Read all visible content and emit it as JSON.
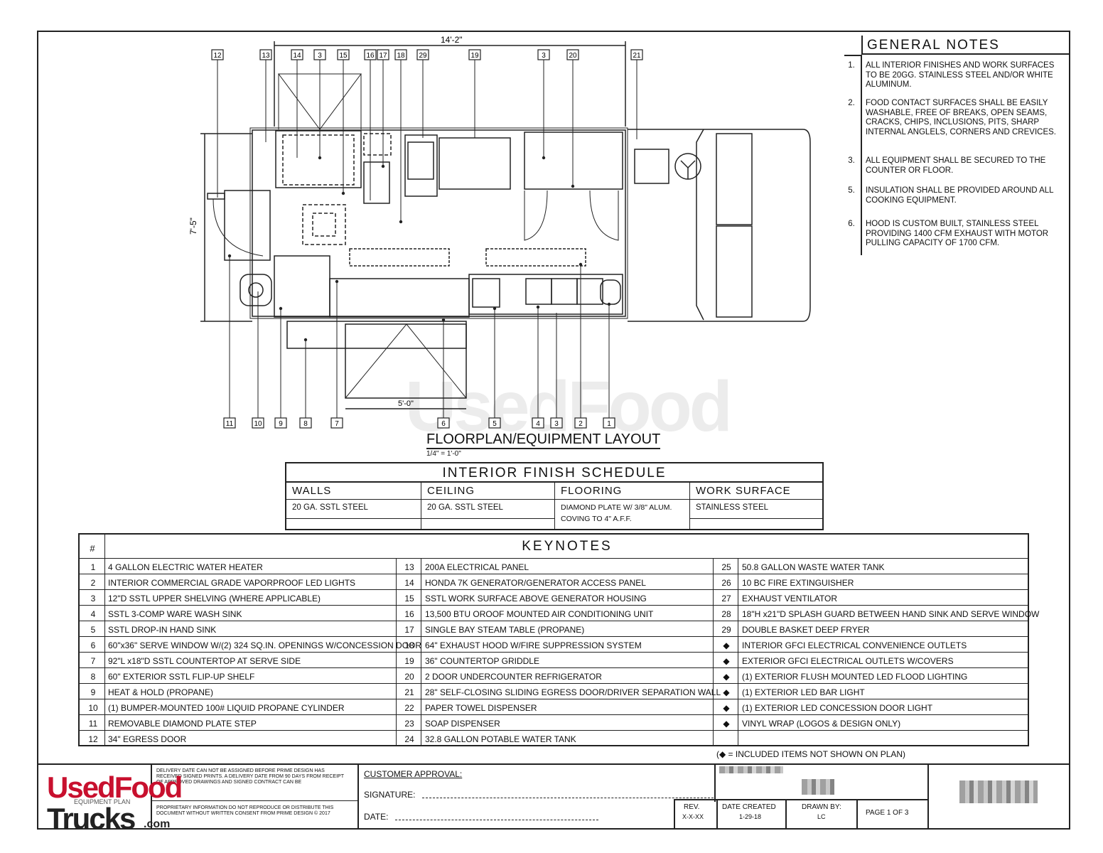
{
  "general_notes": {
    "title": "GENERAL NOTES",
    "items": [
      {
        "num": "1.",
        "text": "ALL INTERIOR FINISHES AND WORK SURFACES TO BE 20gg. STAINLESS STEEL AND/OR WHITE ALUMINUM."
      },
      {
        "num": "2.",
        "text": "FOOD CONTACT SURFACES SHALL BE EASILY WASHABLE, FREE OF BREAKS, OPEN SEAMS, CRACKS, CHIPS, INCLUSIONS, PITS, SHARP INTERNAL ANGLELS, CORNERS AND CREVICES."
      },
      {
        "num": "3.",
        "text": "ALL EQUIPMENT SHALL BE SECURED TO THE COUNTER OR FLOOR."
      },
      {
        "num": "5.",
        "text": "INSULATION SHALL BE PROVIDED AROUND ALL COOKING EQUIPMENT."
      },
      {
        "num": "6.",
        "text": "HOOD IS CUSTOM BUILT, STAINLESS STEEL PROVIDING 1400 CFM EXHAUST WITH MOTOR PULLING CAPACITY OF 1700 CFM."
      }
    ]
  },
  "plan": {
    "width_dim": "14'-2\"",
    "height_dim": "7'-5\"",
    "window_dim": "5'-0\"",
    "title": "FLOORPLAN/EQUIPMENT LAYOUT",
    "scale": "1/4\" = 1'-0\"",
    "top_tags": [
      "12",
      "13",
      "14",
      "3",
      "15",
      "16",
      "17",
      "18",
      "29",
      "19",
      "3",
      "20",
      "21"
    ],
    "bottom_tags": [
      "11",
      "10",
      "9",
      "8",
      "7",
      "6",
      "5",
      "4",
      "3",
      "2",
      "1"
    ]
  },
  "finish_schedule": {
    "title": "INTERIOR FINISH SCHEDULE",
    "columns": [
      {
        "head": "WALLS",
        "value": "20 GA. SSTL STEEL"
      },
      {
        "head": "CEILING",
        "value": "20 GA. SSTL STEEL"
      },
      {
        "head": "FLOORING",
        "value": "DIAMOND PLATE W/ 3/8\" ALUM. COVING TO 4\" A.F.F."
      },
      {
        "head": "WORK SURFACE",
        "value": "STAINLESS STEEL"
      }
    ]
  },
  "keynotes": {
    "title": "KEYNOTES",
    "hash": "#",
    "col1": [
      {
        "n": "1",
        "t": "4 GALLON ELECTRIC WATER HEATER"
      },
      {
        "n": "2",
        "t": "INTERIOR COMMERCIAL GRADE VAPORPROOF LED LIGHTS"
      },
      {
        "n": "3",
        "t": "12\"D SSTL UPPER SHELVING (WHERE APPLICABLE)"
      },
      {
        "n": "4",
        "t": "SSTL 3-COMP WARE WASH SINK"
      },
      {
        "n": "5",
        "t": "SSTL DROP-IN HAND SINK"
      },
      {
        "n": "6",
        "t": "60\"x36\" SERVE WINDOW W/(2) 324 SQ.IN. OPENINGS W/CONCESSION DOOR"
      },
      {
        "n": "7",
        "t": "92\"L x18\"D SSTL COUNTERTOP AT SERVE SIDE"
      },
      {
        "n": "8",
        "t": "60\" EXTERIOR SSTL FLIP-UP SHELF"
      },
      {
        "n": "9",
        "t": "HEAT & HOLD (PROPANE)"
      },
      {
        "n": "10",
        "t": "(1) BUMPER-MOUNTED 100# LIQUID PROPANE CYLINDER"
      },
      {
        "n": "11",
        "t": "REMOVABLE DIAMOND PLATE STEP"
      },
      {
        "n": "12",
        "t": "34\" EGRESS DOOR"
      }
    ],
    "col2": [
      {
        "n": "13",
        "t": "200A ELECTRICAL PANEL"
      },
      {
        "n": "14",
        "t": "HONDA 7K GENERATOR/GENERATOR ACCESS PANEL"
      },
      {
        "n": "15",
        "t": "SSTL WORK SURFACE ABOVE GENERATOR HOUSING"
      },
      {
        "n": "16",
        "t": "13,500 BTU OROOF MOUNTED AIR CONDITIONING UNIT"
      },
      {
        "n": "17",
        "t": "SINGLE BAY STEAM TABLE (PROPANE)"
      },
      {
        "n": "18",
        "t": "64\" EXHAUST HOOD W/FIRE SUPPRESSION SYSTEM"
      },
      {
        "n": "19",
        "t": "36\" COUNTERTOP GRIDDLE"
      },
      {
        "n": "20",
        "t": "2 DOOR UNDERCOUNTER REFRIGERATOR"
      },
      {
        "n": "21",
        "t": "28\" SELF-CLOSING SLIDING EGRESS DOOR/DRIVER SEPARATION WALL"
      },
      {
        "n": "22",
        "t": "PAPER TOWEL DISPENSER"
      },
      {
        "n": "23",
        "t": "SOAP DISPENSER"
      },
      {
        "n": "24",
        "t": "32.8 GALLON POTABLE WATER TANK"
      }
    ],
    "col3": [
      {
        "n": "25",
        "t": "50.8 GALLON WASTE WATER TANK"
      },
      {
        "n": "26",
        "t": "10 BC FIRE EXTINGUISHER"
      },
      {
        "n": "27",
        "t": "EXHAUST VENTILATOR"
      },
      {
        "n": "28",
        "t": "18\"H x21\"D SPLASH GUARD BETWEEN HAND SINK AND SERVE WINDOW"
      },
      {
        "n": "29",
        "t": "DOUBLE BASKET DEEP FRYER"
      },
      {
        "n": "◆",
        "t": "INTERIOR GFCI ELECTRICAL CONVENIENCE OUTLETS"
      },
      {
        "n": "◆",
        "t": "EXTERIOR GFCI ELECTRICAL OUTLETS W/COVERS"
      },
      {
        "n": "◆",
        "t": "(1) EXTERIOR FLUSH MOUNTED LED FLOOD LIGHTING"
      },
      {
        "n": "◆",
        "t": "(1) EXTERIOR LED BAR LIGHT"
      },
      {
        "n": "◆",
        "t": "(1) EXTERIOR LED CONCESSION DOOR LIGHT"
      },
      {
        "n": "◆",
        "t": "VINYL WRAP (LOGOS & DESIGN ONLY)"
      },
      {
        "n": "",
        "t": ""
      }
    ],
    "footnote": "(◆ =  INCLUDED ITEMS NOT SHOWN ON PLAN)"
  },
  "title_block": {
    "delivery_note": "DELIVERY DATE CAN NOT BE ASSIGNED BEFORE PRIME DESIGN HAS RECEIVED SIGNED PRINTS. A DELIVERY DATE FROM 90 DAYS FROM RECEIPT OF APPROVED DRAWINGS AND SIGNED CONTRACT CAN BE",
    "proprietary_note": "PROPRIETARY INFORMATION DO NOT REPRODUCE OR DISTRIBUTE THIS DOCUMENT WITHOUT WRITTEN CONSENT FROM PRIME DESIGN © 2017",
    "equipment_plan_label": "EQUIPMENT PLAN",
    "customer_approval": "CUSTOMER APPROVAL:",
    "signature": "SIGNATURE:",
    "date": "DATE:",
    "rev_label": "REV.",
    "rev_value": "X-X-XX",
    "date_created_label": "DATE CREATED",
    "date_created_value": "1-29-18",
    "drawn_by_label": "DRAWN BY:",
    "drawn_by_value": "LC",
    "page": "PAGE 1 OF 3"
  },
  "logo": {
    "part1": "UsedFood",
    "part2": "Trucks",
    "suffix": ".com"
  },
  "colors": {
    "brand_red": "#c8102e",
    "ink": "#222222"
  }
}
